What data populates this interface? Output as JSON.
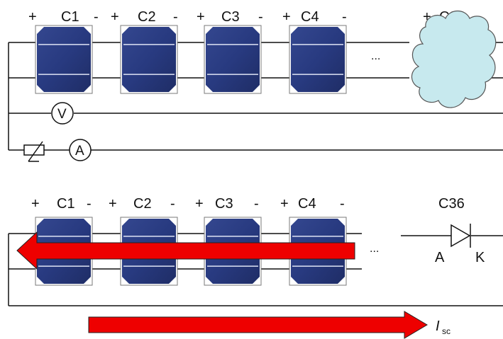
{
  "colors": {
    "cell_fill": "#2b3a7a",
    "cell_frame": "#7a7a7a",
    "cloud_fill": "#c7e9ee",
    "cloud_stroke": "#555555",
    "arrow_red": "#ee0000",
    "wire": "#111111"
  },
  "top_circuit": {
    "cells": [
      {
        "label": "C1",
        "plus": "+",
        "minus": "-"
      },
      {
        "label": "C2",
        "plus": "+",
        "minus": "-"
      },
      {
        "label": "C3",
        "plus": "+",
        "minus": "-"
      },
      {
        "label": "C4",
        "plus": "+",
        "minus": "-"
      }
    ],
    "ellipsis": "...",
    "last_cell": {
      "label": "C36",
      "plus": "+"
    },
    "voltmeter": "V",
    "ammeter": "A",
    "icons": [
      "solar-cell",
      "cloud-shading",
      "voltmeter",
      "ammeter",
      "variable-resistor"
    ]
  },
  "bottom_circuit": {
    "cells": [
      {
        "label": "C1",
        "plus": "+",
        "minus": "-"
      },
      {
        "label": "C2",
        "plus": "+",
        "minus": "-"
      },
      {
        "label": "C3",
        "plus": "+",
        "minus": "-"
      },
      {
        "label": "C4",
        "plus": "+",
        "minus": "-"
      }
    ],
    "ellipsis": "...",
    "last_cell": {
      "label": "C36"
    },
    "diode": {
      "anode": "A",
      "cathode": "K"
    },
    "current_label": {
      "symbol": "I",
      "subscript": "sc"
    },
    "icons": [
      "solar-cell",
      "diode",
      "current-arrow"
    ]
  }
}
